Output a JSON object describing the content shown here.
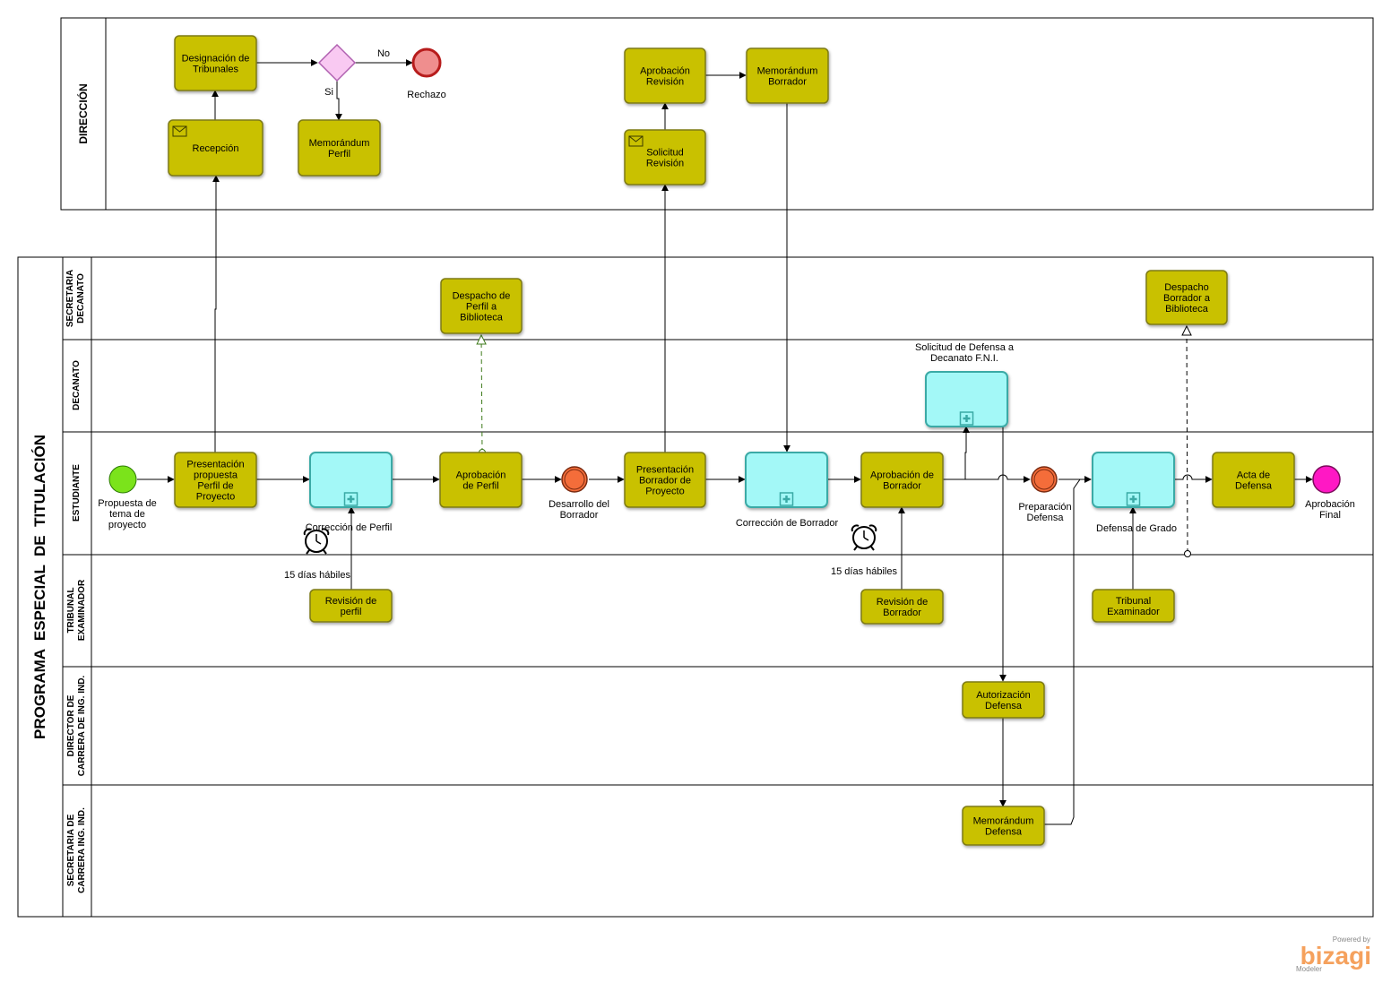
{
  "diagram": {
    "pool_main_title": "PROGRAMA  ESPECIAL  DE  TITULACIÓN",
    "lanes": {
      "direccion": "DIRECCIÓN",
      "secretaria_decanato": "SECRETARIA DECANATO",
      "decanato": "DECANATO",
      "estudiante": "ESTUDIANTE",
      "tribunal": "TRIBUNAL EXAMINADOR",
      "director_carrera": "DIRECTOR DE CARRERA DE ING. IND.",
      "secretaria_carrera": "SECRETARIA DE CARRERA ING. IND."
    },
    "tasks": {
      "designacion_tribunales": "Designación de Tribunales",
      "recepcion": "Recepción",
      "memorandum_perfil": "Memorándum Perfil",
      "aprobacion_revision": "Aprobación Revisión",
      "memorandum_borrador_dir": "Memorándum Borrador",
      "solicitud_revision": "Solicitud Revisión",
      "despacho_perfil": "Despacho de Perfil a Biblioteca",
      "despacho_borrador": "Despacho Borrador a Biblioteca",
      "presentacion_perfil": "Presentación propuesta Perfil de Proyecto",
      "aprobacion_perfil": "Aprobación de Perfil",
      "presentacion_borrador": "Presentación Borrador de Proyecto",
      "aprobacion_borrador": "Aprobación de Borrador",
      "acta_defensa": "Acta de Defensa",
      "revision_perfil": "Revisión de perfil",
      "revision_borrador": "Revisión de Borrador",
      "tribunal_examinador": "Tribunal Examinador",
      "autorizacion_defensa": "Autorización Defensa",
      "memorandum_defensa": "Memorándum Defensa"
    },
    "subprocesses": {
      "correccion_perfil": "Corrección de Perfil",
      "correccion_borrador": "Corrección de Borrador",
      "defensa_grado": "Defensa de Grado",
      "solicitud_defensa": "Solicitud de Defensa a Decanato F.N.I."
    },
    "events": {
      "start": "Propuesta de tema de proyecto",
      "rechazo": "Rechazo",
      "desarrollo_borrador": "Desarrollo del Borrador",
      "preparacion_defensa": "Preparación Defensa",
      "aprobacion_final": "Aprobación Final"
    },
    "gateway": {
      "no": "No",
      "si": "Si"
    },
    "timers": {
      "perfil": "15 días hábiles",
      "borrador": "15 días hábiles"
    },
    "branding": {
      "powered_by": "Powered by",
      "brand": "bizagi",
      "product": "Modeler"
    }
  },
  "colors": {
    "task_fill": "#c9c101",
    "task_stroke": "#7d7a12",
    "subprocess_fill": "#a3f8f7",
    "subprocess_stroke": "#3aaaa6",
    "start_event": "#7be31b",
    "end_event_fill": "#ef8e8e",
    "end_event_stroke": "#b71c1c",
    "intermediate_event": "#f46d3a",
    "final_event": "#ff18c4",
    "gateway_fill": "#f9c9f2",
    "gateway_stroke": "#b060b0",
    "association": "#3d7a1a",
    "brand": "#f5a15d"
  },
  "icons": [
    "envelope-icon",
    "timer-icon",
    "plus-icon",
    "bizagi-logo"
  ]
}
